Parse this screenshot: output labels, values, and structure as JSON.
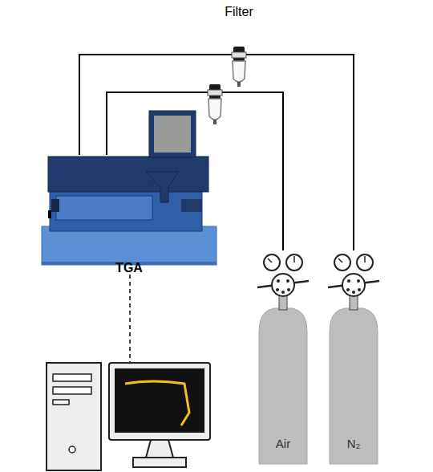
{
  "diagram": {
    "nodes": [
      {
        "text": [
          "TGA"
        ]
      },
      {
        "text": [
          "Air"
        ]
      },
      {
        "text": [
          "N₂"
        ]
      }
    ],
    "edges": [
      {
        "from": 1,
        "to": 0,
        "arrow": "none"
      },
      {
        "from": 2,
        "to": 0,
        "arrow": "none"
      }
    ],
    "labels": [
      "Filter"
    ]
  }
}
